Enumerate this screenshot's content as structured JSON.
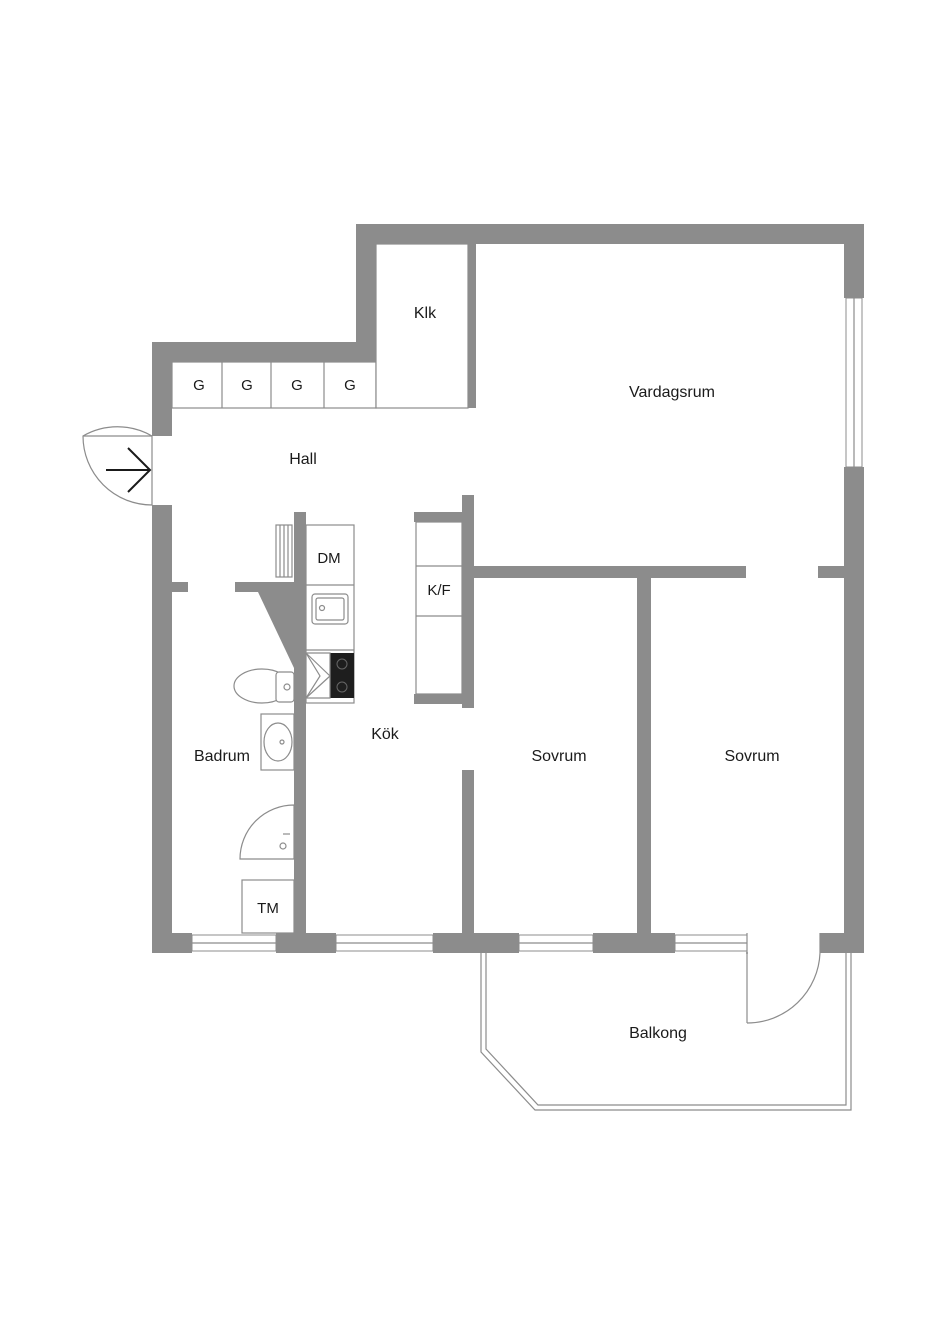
{
  "rooms": {
    "klk": "Klk",
    "vardagsrum": "Vardagsrum",
    "hall": "Hall",
    "kok": "Kök",
    "badrum": "Badrum",
    "sovrum_1": "Sovrum",
    "sovrum_2": "Sovrum",
    "balkong": "Balkong"
  },
  "fixtures": {
    "g1": "G",
    "g2": "G",
    "g3": "G",
    "g4": "G",
    "dm": "DM",
    "kf": "K/F",
    "tm": "TM"
  },
  "colors": {
    "wall": "#8c8c8c",
    "background": "#ffffff",
    "text": "#1a1a1a"
  },
  "icons": [
    "entrance-arrow-icon",
    "sink-icon",
    "stove-icon",
    "toilet-icon",
    "washbasin-icon",
    "shower-icon",
    "door-swing-icon"
  ]
}
